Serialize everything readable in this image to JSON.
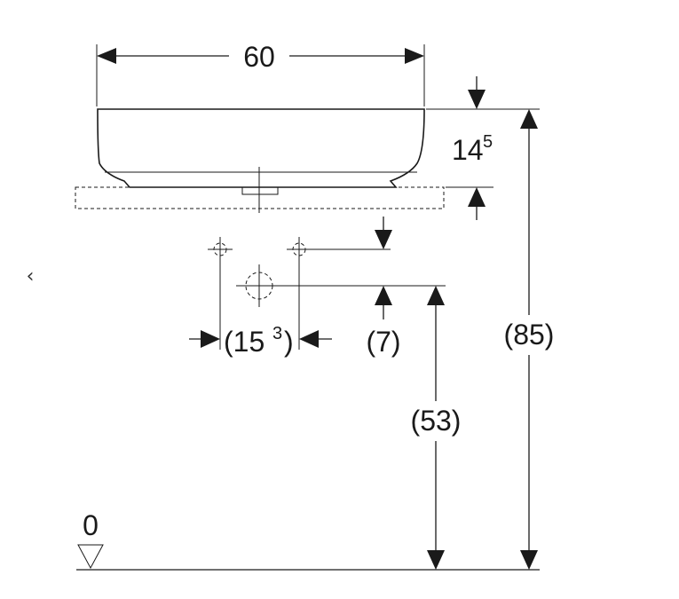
{
  "navigation": {
    "prev_icon": "chevron-left-icon",
    "prev_glyph": "‹"
  },
  "dimensions": {
    "width": "60",
    "height_main": "14",
    "height_sup": "5",
    "spacing_main": "(15",
    "spacing_sup": "3",
    "spacing_close": ")",
    "offset": "(7)",
    "drain_height": "(53)",
    "total_height": "(85)",
    "floor_level": "0"
  }
}
